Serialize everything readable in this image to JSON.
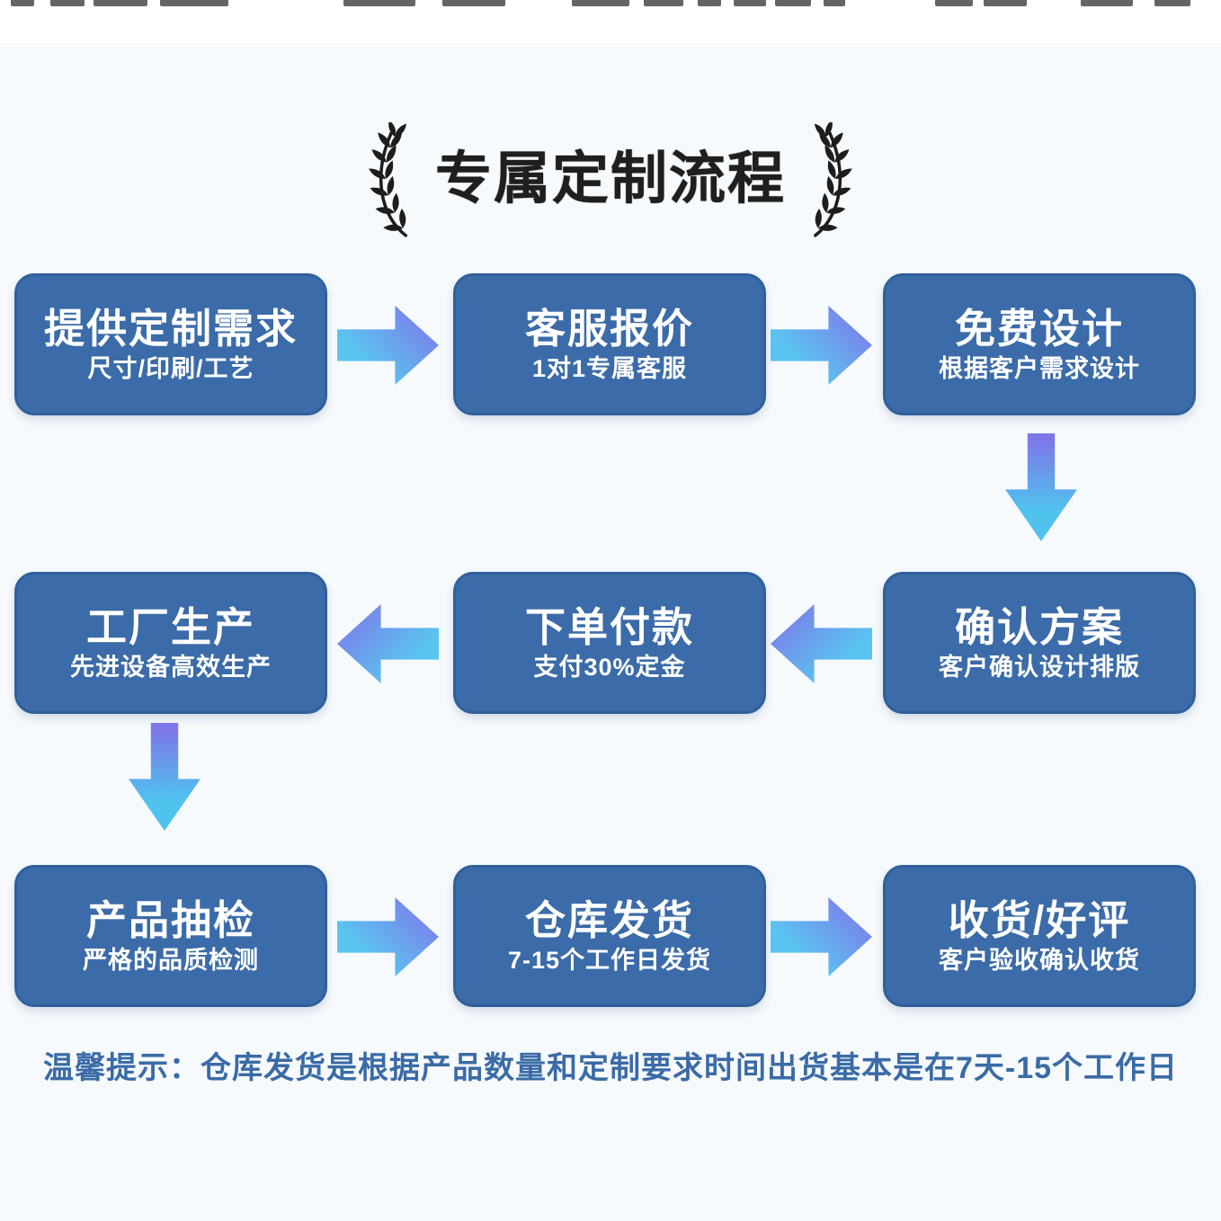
{
  "title": {
    "text": "专属定制流程"
  },
  "boxes": [
    {
      "title": "提供定制需求",
      "subtitle": "尺寸/印刷/工艺"
    },
    {
      "title": "客服报价",
      "subtitle": "1对1专属客服"
    },
    {
      "title": "免费设计",
      "subtitle": "根据客户需求设计"
    },
    {
      "title": "确认方案",
      "subtitle": "客户确认设计排版"
    },
    {
      "title": "下单付款",
      "subtitle": "支付30%定金"
    },
    {
      "title": "工厂生产",
      "subtitle": "先进设备高效生产"
    },
    {
      "title": "产品抽检",
      "subtitle": "严格的品质检测"
    },
    {
      "title": "仓库发货",
      "subtitle": "7-15个工作日发货"
    },
    {
      "title": "收货/好评",
      "subtitle": "客户验收确认收货"
    }
  ],
  "note": {
    "text": "温馨提示：仓库发货是根据产品数量和定制要求时间出货基本是在7天-15个工作日"
  },
  "colors": {
    "box_fill": "#3b6ba8",
    "box_border": "#30609b",
    "arrow_cyan": "#5ac4f0",
    "arrow_purple": "#8076e9",
    "note_text": "#3a6ba6",
    "title_text": "#1f1f1f",
    "background": "#f7fafd"
  },
  "icons": {
    "laurel_left": "laurel-branch",
    "laurel_right": "laurel-branch-mirrored",
    "arrows": [
      "right",
      "right",
      "down",
      "left",
      "left",
      "down",
      "right",
      "right"
    ]
  }
}
